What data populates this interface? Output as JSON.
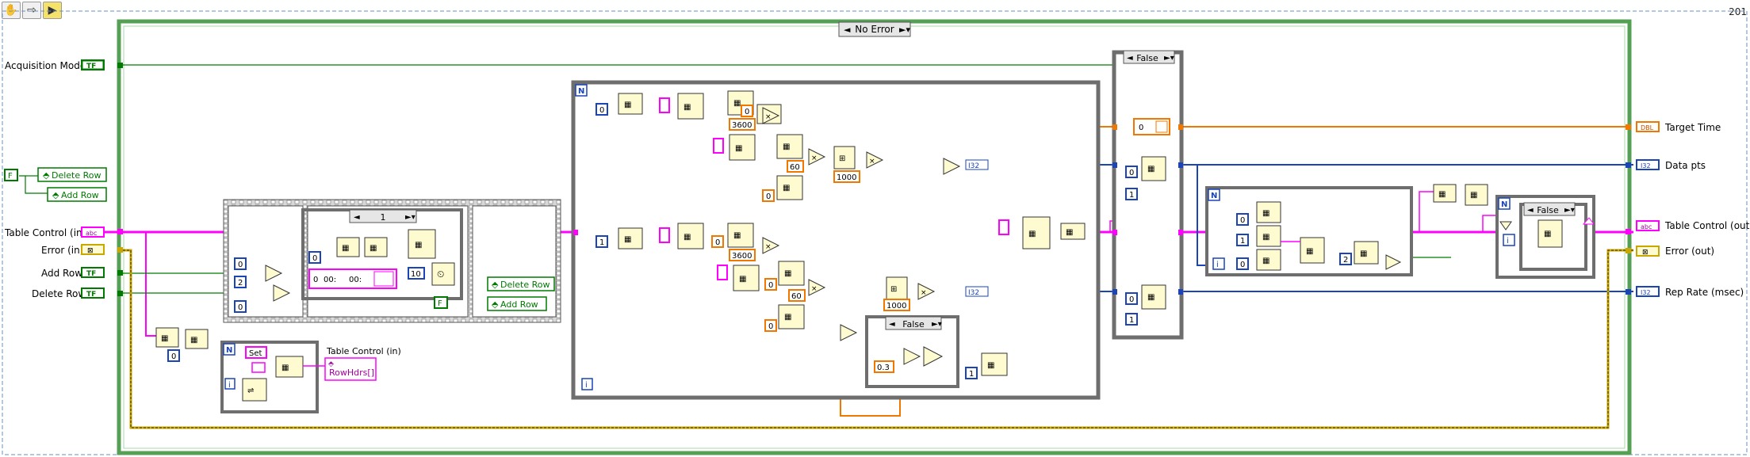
{
  "toolbar": {
    "buttons": [
      "hand-icon",
      "arrow-icon",
      "run-icon"
    ]
  },
  "corner_text": "201",
  "case_structure": {
    "selector": "No Error"
  },
  "controls_left": [
    {
      "id": "acq",
      "label": "Acquisition Mode",
      "term": "TF"
    },
    {
      "id": "tablein",
      "label": "Table Control (in)",
      "term": "abc"
    },
    {
      "id": "errin",
      "label": "Error (in)",
      "term": "⊠"
    },
    {
      "id": "addrow",
      "label": "Add Row",
      "term": "TF"
    },
    {
      "id": "delrow",
      "label": "Delete Row",
      "term": "TF"
    }
  ],
  "indicators_right": [
    {
      "id": "target",
      "label": "Target Time",
      "term": "DBL"
    },
    {
      "id": "datapts",
      "label": "Data pts",
      "term": "I32"
    },
    {
      "id": "tableout",
      "label": "Table Control (out)",
      "term": "abc"
    },
    {
      "id": "errout",
      "label": "Error (out)",
      "term": "⊠"
    },
    {
      "id": "reprate",
      "label": "Rep Rate (msec)",
      "term": "I32"
    }
  ],
  "property_nodes": {
    "delete_row": "Delete Row",
    "add_row": "Add Row",
    "delete_row_2": "Delete Row",
    "add_row_2": "Add Row",
    "bool_false": "F",
    "bool_false_2": "F"
  },
  "sequence": {
    "inner_case": "1"
  },
  "inner_case_false_1": "False",
  "inner_case_false_2": "False",
  "inner_case_false_3": "False",
  "constants": {
    "c0a": "0",
    "c1a": "1",
    "c2a": "2",
    "c0b": "0",
    "c0c": "0",
    "time1": "00:",
    "time2": "00:",
    "c10": "10",
    "c0d": "0",
    "c0e": "0",
    "c0f": "0",
    "c1b": "1",
    "c3600a": "3600",
    "c60a": "60",
    "c0g": "0",
    "c0h": "0",
    "c1000a": "1000",
    "c3600b": "3600",
    "c60b": "60",
    "c0i": "0",
    "c0j": "0",
    "c1000b": "1000",
    "c03": "0.3",
    "c1c": "1",
    "cdbl": "0",
    "c0k": "0",
    "c1d": "1",
    "c0l": "0",
    "c1e": "1",
    "c0m": "0",
    "c1f": "1",
    "c0n": "0",
    "c2b": "2"
  },
  "invoke_labels": {
    "set": "Set",
    "table_ctrl": "Table Control (in)",
    "rowhdrs": "RowHdrs[]"
  },
  "type_labels": {
    "i32a": "I32",
    "i32b": "I32"
  },
  "loop_labels": {
    "n": "N",
    "i": "i"
  },
  "colors": {
    "frame": "#56a056",
    "structure": "#6e6e6e",
    "string": "#ff00ff",
    "i32": "#1a44b8",
    "dbl": "#f07800",
    "bool": "#007a00",
    "error": "#c9a600",
    "node_fill": "#fffbd0"
  }
}
